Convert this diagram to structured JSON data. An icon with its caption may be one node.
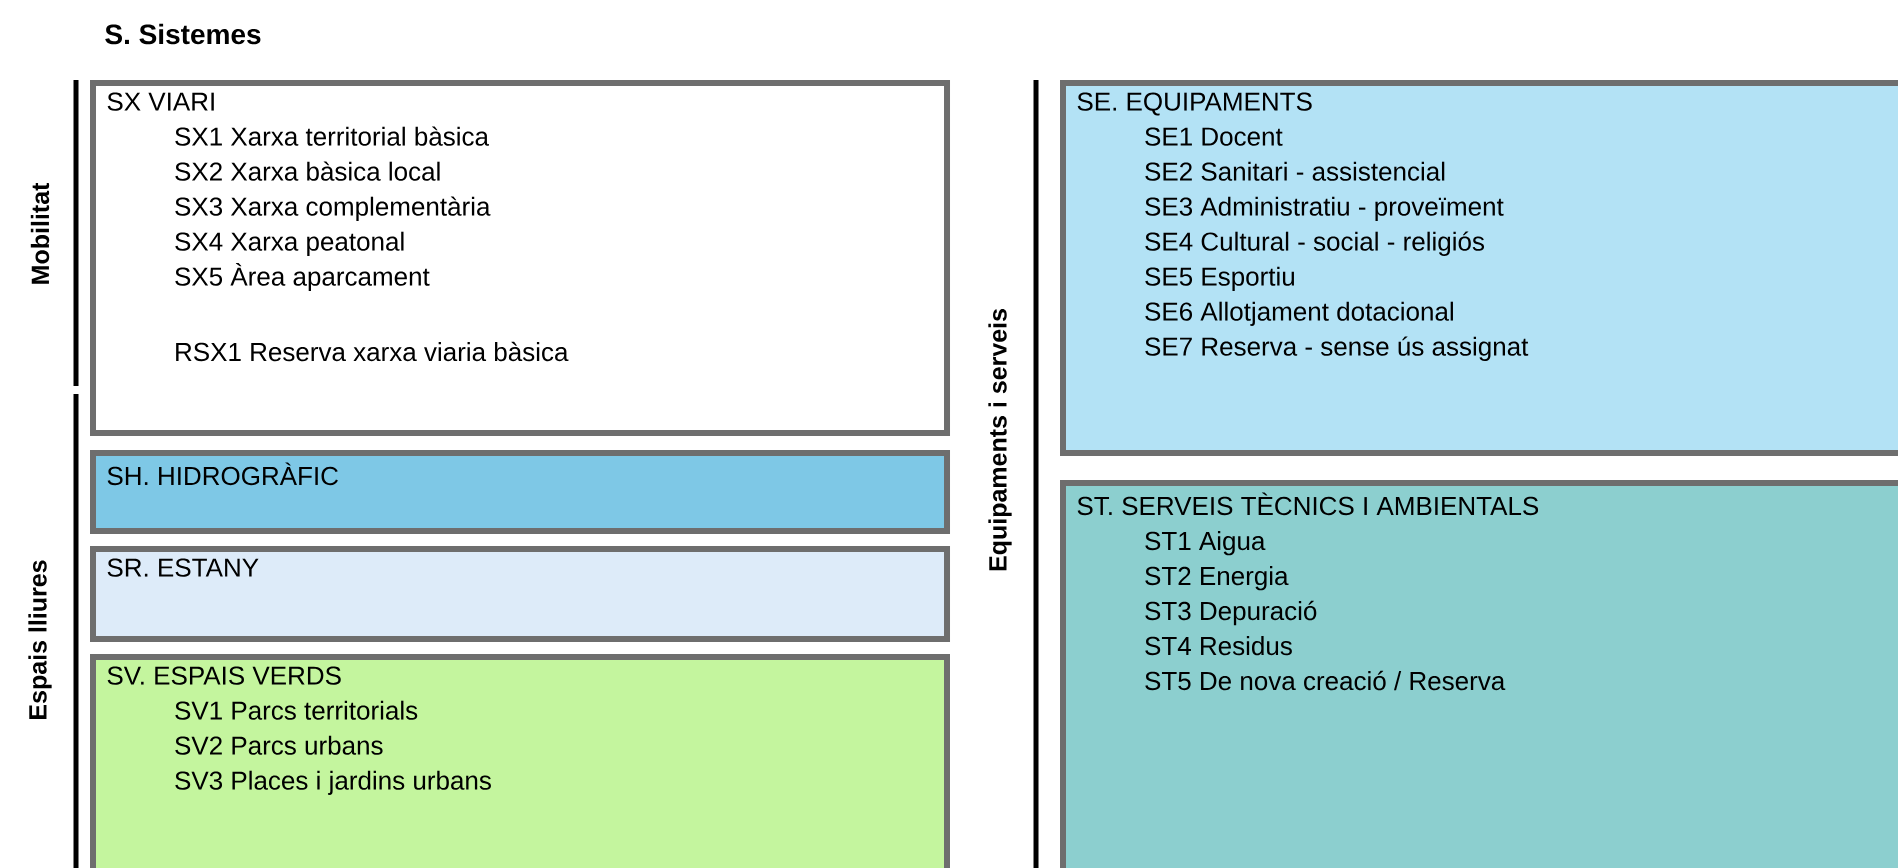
{
  "diagram": {
    "title": "S. Sistemes",
    "nodes": [
      {
        "text": [
          "SX VIARI",
          "SX1 Xarxa territorial bàsica",
          "SX2 Xarxa bàsica local",
          "SX3 Xarxa complementària",
          "SX4 Xarxa peatonal",
          "SX5 Àrea aparcament",
          "RSX1 Reserva xarxa viaria bàsica"
        ]
      },
      {
        "text": [
          "SH. HIDROGRÀFIC"
        ]
      },
      {
        "text": [
          "SR. ESTANY"
        ]
      },
      {
        "text": [
          "SV. ESPAIS VERDS",
          "SV1 Parcs territorials",
          "SV2 Parcs urbans",
          "SV3 Places i jardins urbans"
        ]
      },
      {
        "text": [
          "SE. EQUIPAMENTS",
          "SE1 Docent",
          "SE2 Sanitari - assistencial",
          "SE3 Administratiu - proveïment",
          "SE4 Cultural - social - religiós",
          "SE5 Esportiu",
          "SE6 Allotjament dotacional",
          "SE7 Reserva - sense ús assignat"
        ]
      },
      {
        "text": [
          "ST. SERVEIS TÈCNICS I AMBIENTALS",
          "ST1 Aigua",
          "ST2 Energia",
          "ST3 Depuració",
          "ST4 Residus",
          "ST5 De nova creació / Reserva"
        ]
      }
    ],
    "labels": [
      "Mobilitat",
      "Espais lliures",
      "Equipaments i serveis"
    ]
  }
}
